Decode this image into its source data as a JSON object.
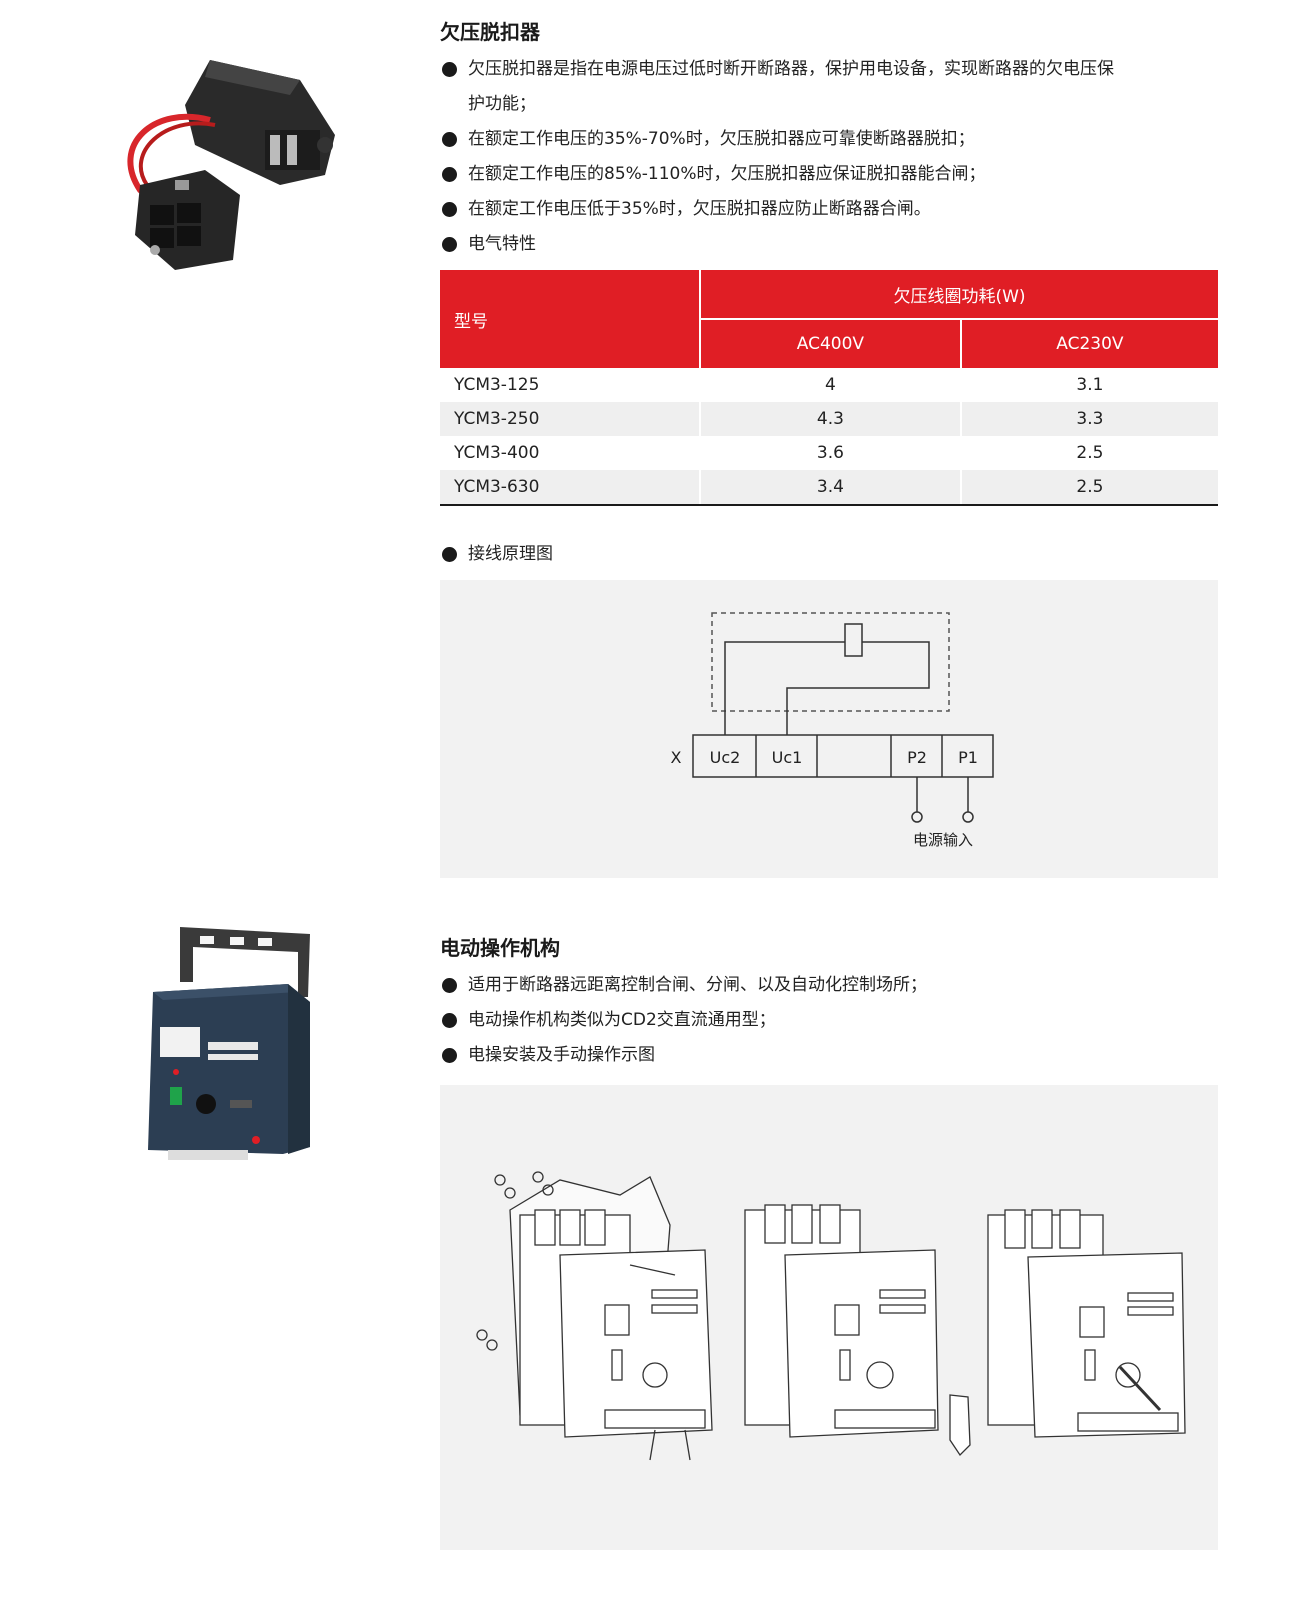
{
  "section1": {
    "title": "欠压脱扣器",
    "bullets": [
      "欠压脱扣器是指在电源电压过低时断开断路器，保护用电设备，实现断路器的欠电压保护功能；",
      "在额定工作电压的35%-70%时，欠压脱扣器应可靠使断路器脱扣；",
      "在额定工作电压的85%-110%时，欠压脱扣器应保证脱扣器能合闸；",
      "在额定工作电压低于35%时，欠压脱扣器应防止断路器合闸。",
      "电气特性"
    ],
    "bullet1_line1": "欠压脱扣器是指在电源电压过低时断开断路器，保护用电设备，实现断路器的欠电压保",
    "bullet1_line2": "护功能；",
    "table": {
      "col_model": "型号",
      "col_group": "欠压线圈功耗(W)",
      "col_ac400": "AC400V",
      "col_ac230": "AC230V",
      "rows": [
        {
          "model": "YCM3-125",
          "ac400": "4",
          "ac230": "3.1"
        },
        {
          "model": "YCM3-250",
          "ac400": "4.3",
          "ac230": "3.3"
        },
        {
          "model": "YCM3-400",
          "ac400": "3.6",
          "ac230": "2.5"
        },
        {
          "model": "YCM3-630",
          "ac400": "3.4",
          "ac230": "2.5"
        }
      ]
    },
    "wiring_heading": "接线原理图",
    "diagram": {
      "x_label": "X",
      "terminals": [
        "Uc2",
        "Uc1",
        "",
        "P2",
        "P1"
      ],
      "power_input": "电源输入"
    }
  },
  "section2": {
    "title": "电动操作机构",
    "bullets": [
      "适用于断路器远距离控制合闸、分闸、以及自动化控制场所；",
      "电动操作机构类似为CD2交直流通用型；",
      "电操安装及手动操作示图"
    ]
  },
  "colors": {
    "accent_red": "#e01e25",
    "panel_gray": "#f2f2f2",
    "row_alt": "#efefef",
    "text": "#222222"
  }
}
